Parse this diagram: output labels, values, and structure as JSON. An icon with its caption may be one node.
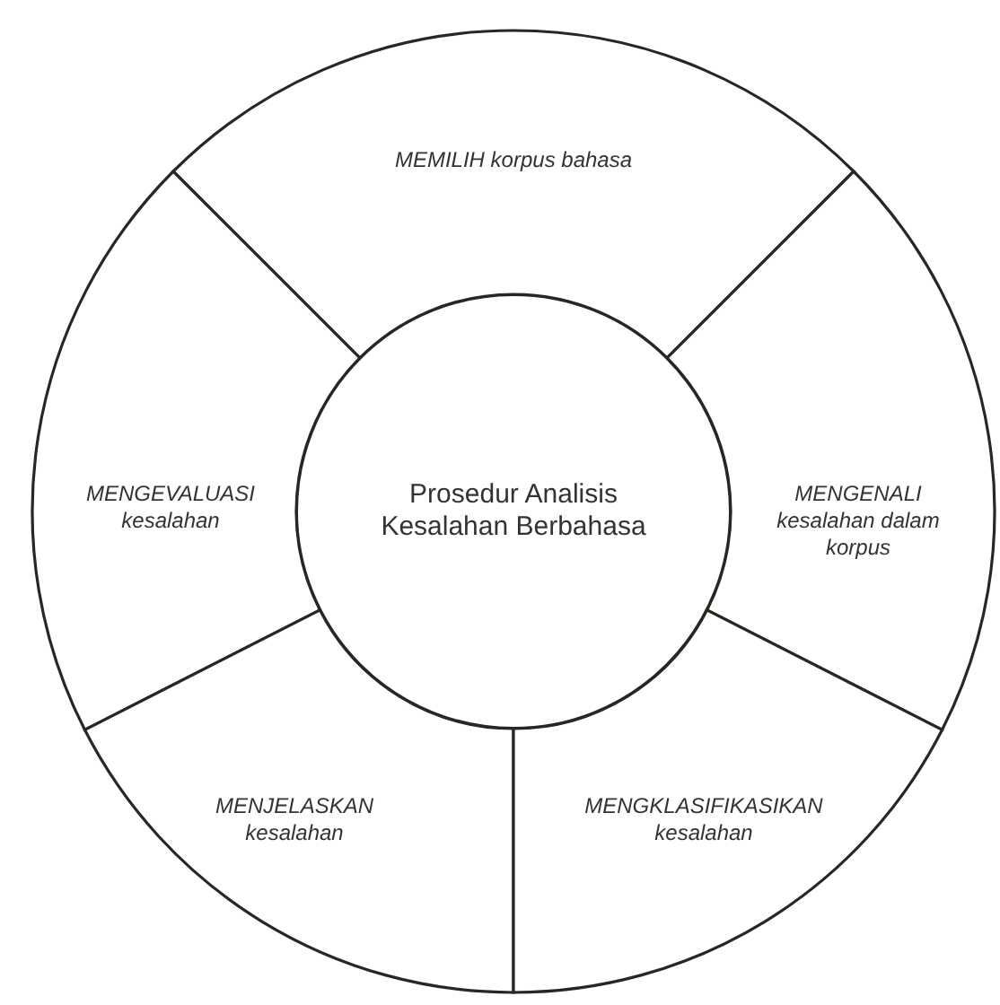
{
  "diagram": {
    "nodes": [
      {
        "text": [
          "MEMILIH korpus bahasa"
        ]
      },
      {
        "text": [
          "MENGEVALUASI kesalahan"
        ]
      },
      {
        "text": [
          "Prosedur Analisis Kesalahan Berbahasa"
        ]
      },
      {
        "text": [
          "MENGENALI kesalahan dalam korpus"
        ]
      },
      {
        "text": [
          "MENJELASKAN kesalahan"
        ]
      },
      {
        "text": [
          "MENGKLASIFIKASIKAN kesalahan"
        ]
      }
    ]
  }
}
